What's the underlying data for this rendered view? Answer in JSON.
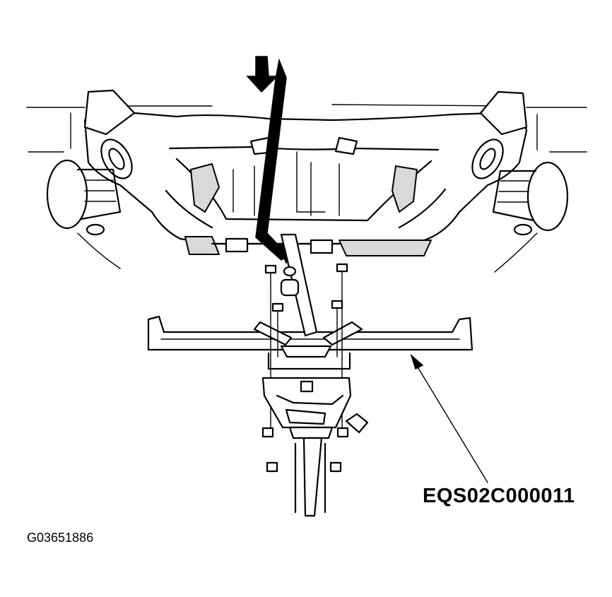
{
  "figure": {
    "callout_label": "EQS02C000011",
    "figure_id": "G03651886",
    "icons": [
      "rear-suspension-subframe",
      "transmission-jack",
      "jack-adapter-tool",
      "lowering-arrow",
      "mounting-bolt"
    ]
  }
}
